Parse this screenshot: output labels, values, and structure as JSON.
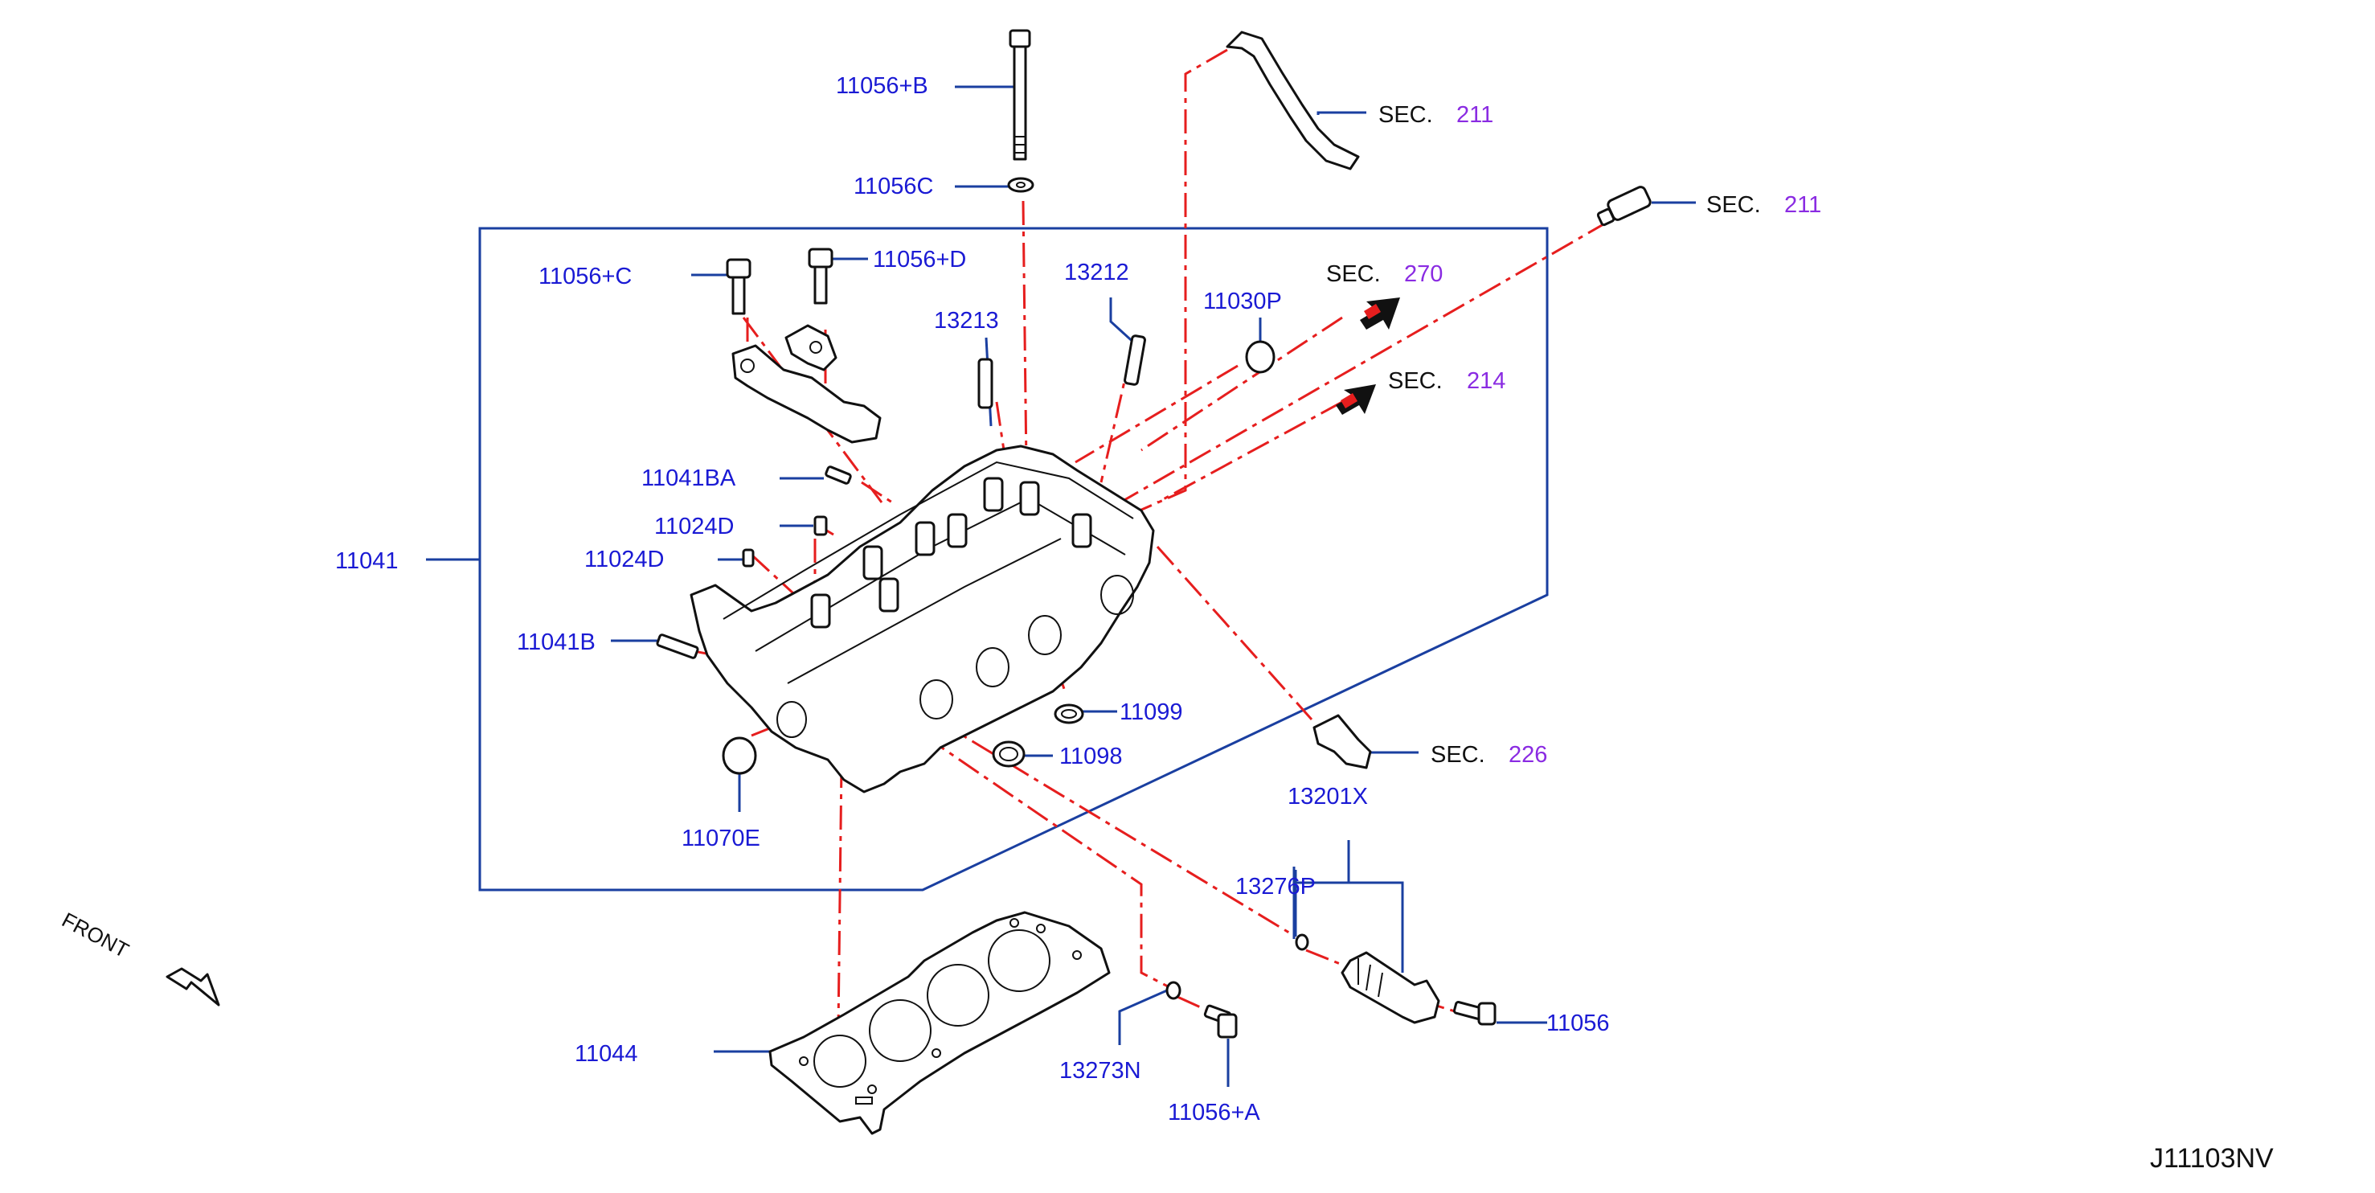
{
  "parts": {
    "p11056B": "11056+B",
    "p11056C_washer": "11056C",
    "p11056C": "11056+C",
    "p11056D": "11056+D",
    "p13213": "13213",
    "p13212": "13212",
    "p11030P": "11030P",
    "p11041BA": "11041BA",
    "p11024D_a": "11024D",
    "p11024D_b": "11024D",
    "p11041": "11041",
    "p11041B": "11041B",
    "p11099": "11099",
    "p11098": "11098",
    "p11070E": "11070E",
    "p13201X": "13201X",
    "p13276P": "13276P",
    "p11056": "11056",
    "p11044": "11044",
    "p13273N": "13273N",
    "p11056A": "11056+A"
  },
  "sections": {
    "sec_word": "SEC.",
    "hose": "211",
    "sensor": "211",
    "s270": "270",
    "s214": "214",
    "s226": "226"
  },
  "front": "FRONT",
  "diagram_code": "J11103NV",
  "colors": {
    "label": "#1a1ad4",
    "section_number": "#8a2be2",
    "leader": "#1a3fa0",
    "phantom_line": "#e61e1e",
    "part_outline": "#111111"
  }
}
